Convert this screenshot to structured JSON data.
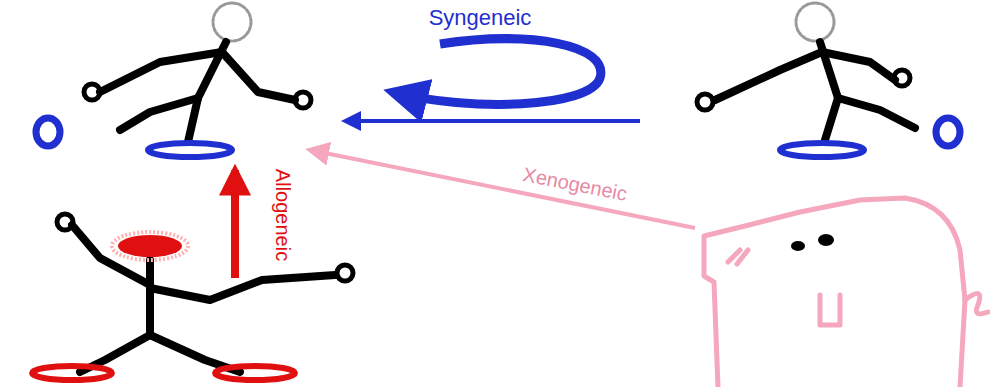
{
  "diagram": {
    "labels": [
      "Syngeneic",
      "Allogeneic",
      "Xenogeneic"
    ]
  }
}
